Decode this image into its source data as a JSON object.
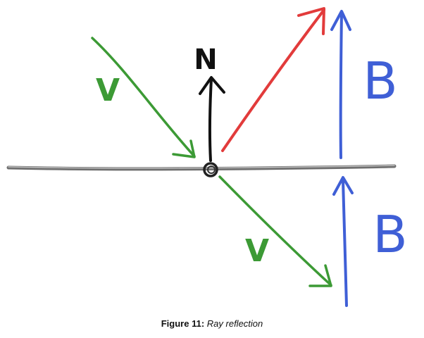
{
  "diagram": {
    "labels": {
      "normal": "N",
      "incident_upper": "V",
      "incident_lower": "V",
      "vector_b_upper": "B",
      "vector_b_lower": "B"
    },
    "colors": {
      "surface": "#6f6f6f",
      "incident": "#3c9a35",
      "reflected": "#e23b3b",
      "normal": "#111111",
      "vector_b": "#3f5fd6"
    }
  },
  "caption": {
    "label": "Figure 11:",
    "text": "Ray reflection"
  }
}
